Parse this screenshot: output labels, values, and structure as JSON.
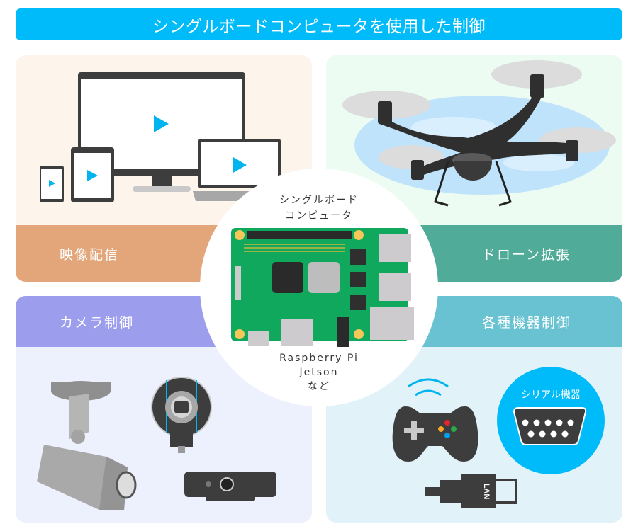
{
  "header": {
    "title": "シングルボードコンピュータを使用した制御"
  },
  "center": {
    "title_line1": "シングルボード",
    "title_line2": "コンピュータ",
    "examples": [
      "Raspberry Pi",
      "Jetson",
      "など"
    ]
  },
  "quadrants": [
    {
      "id": "video",
      "label": "映像配信",
      "color": "#e2a67a",
      "bg": "#fdf4ec",
      "icons": [
        "monitor-icon",
        "tablet-icon",
        "smartphone-icon",
        "laptop-icon",
        "play-icon"
      ]
    },
    {
      "id": "drone",
      "label": "ドローン拡張",
      "color": "#50ab98",
      "bg": "#ecfcf2",
      "icons": [
        "drone-icon",
        "sky-icon"
      ]
    },
    {
      "id": "camera",
      "label": "カメラ制御",
      "color": "#9c9eed",
      "bg": "#edf1fd",
      "icons": [
        "security-camera-icon",
        "board-camera-icon",
        "webcam-icon"
      ]
    },
    {
      "id": "devices",
      "label": "各種機器制御",
      "color": "#69c2d2",
      "bg": "#e1f2f8",
      "icons": [
        "gamepad-icon",
        "wireless-icon",
        "serial-port-icon",
        "lan-cable-icon"
      ]
    }
  ],
  "serial": {
    "label": "シリアル機器"
  },
  "lan": {
    "label": "LAN"
  },
  "colors": {
    "accent": "#00bbf9",
    "board_green": "#10a85c",
    "dark": "#3d3d3d"
  }
}
